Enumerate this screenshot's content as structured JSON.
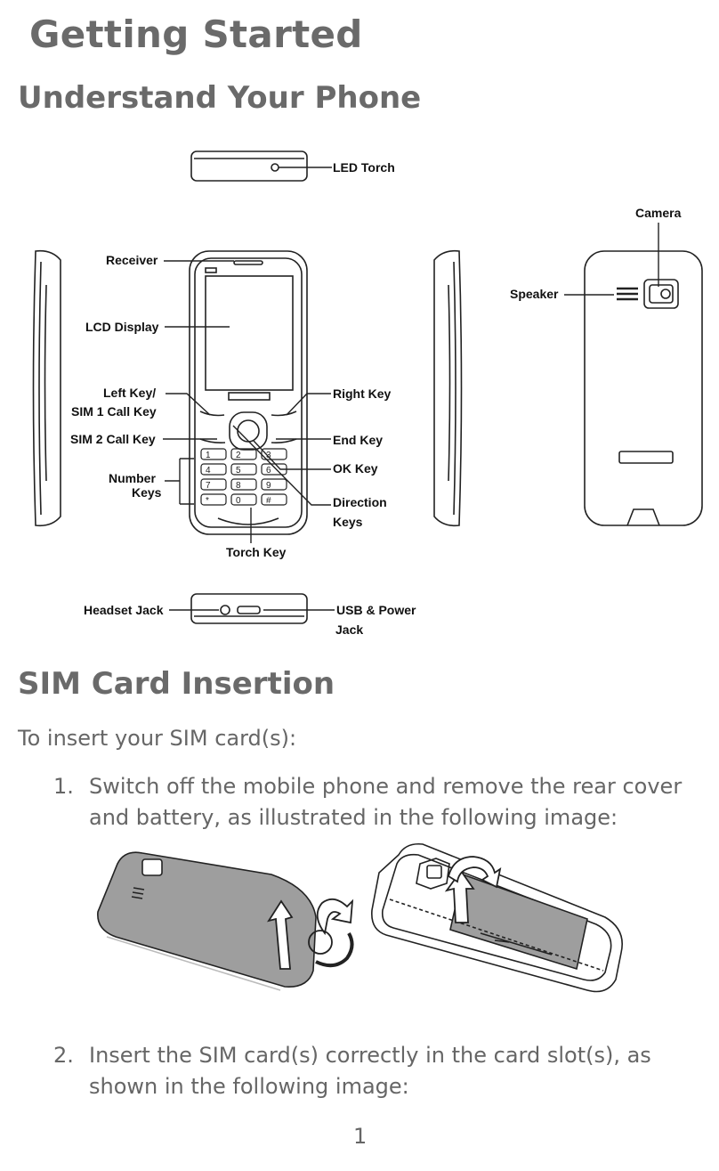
{
  "page": {
    "title": "Getting Started",
    "subtitle": "Understand Your Phone",
    "section_title": "SIM Card Insertion",
    "intro": "To insert your SIM card(s):",
    "steps": [
      {
        "num": "1.",
        "text": "Switch off the mobile phone and remove the rear cover and battery, as illustrated in the following image:"
      },
      {
        "num": "2.",
        "text": "Insert the SIM card(s) correctly in the card slot(s), as shown in the following image:"
      }
    ],
    "page_number": "1"
  },
  "diagram": {
    "labels": {
      "led_torch": "LED Torch",
      "camera": "Camera",
      "receiver": "Receiver",
      "speaker": "Speaker",
      "lcd_display": "LCD Display",
      "left_key_1": "Left Key/",
      "left_key_2": "SIM 1 Call Key",
      "right_key": "Right Key",
      "sim2_call_key": "SIM 2 Call Key",
      "end_key": "End Key",
      "ok_key": "OK Key",
      "number_keys_1": "Number",
      "number_keys_2": "Keys",
      "direction_keys_1": "Direction",
      "direction_keys_2": "Keys",
      "torch_key": "Torch Key",
      "headset_jack": "Headset Jack",
      "usb_power_1": "USB & Power",
      "usb_power_2": "Jack"
    },
    "keypad": [
      "1",
      "2",
      "3",
      "4",
      "5",
      "6",
      "7",
      "8",
      "9",
      "*",
      "0",
      "#"
    ]
  }
}
